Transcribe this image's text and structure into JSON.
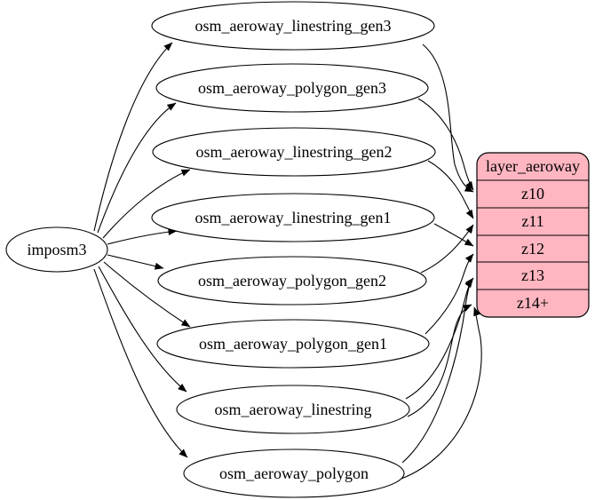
{
  "diagram": {
    "source": {
      "label": "imposm3"
    },
    "tables": [
      {
        "label": "osm_aeroway_linestring_gen3"
      },
      {
        "label": "osm_aeroway_polygon_gen3"
      },
      {
        "label": "osm_aeroway_linestring_gen2"
      },
      {
        "label": "osm_aeroway_linestring_gen1"
      },
      {
        "label": "osm_aeroway_polygon_gen2"
      },
      {
        "label": "osm_aeroway_polygon_gen1"
      },
      {
        "label": "osm_aeroway_linestring"
      },
      {
        "label": "osm_aeroway_polygon"
      }
    ],
    "layer": {
      "title": "layer_aeroway",
      "rows": [
        "z10",
        "z11",
        "z12",
        "z13",
        "z14+"
      ],
      "fill": "#ffb6c1",
      "stroke": "#000000"
    },
    "edges": {
      "from_source": [
        "osm_aeroway_linestring_gen3",
        "osm_aeroway_polygon_gen3",
        "osm_aeroway_linestring_gen2",
        "osm_aeroway_linestring_gen1",
        "osm_aeroway_polygon_gen2",
        "osm_aeroway_polygon_gen1",
        "osm_aeroway_linestring",
        "osm_aeroway_polygon"
      ],
      "to_layer": [
        {
          "from": "osm_aeroway_linestring_gen3",
          "to": "z10"
        },
        {
          "from": "osm_aeroway_polygon_gen3",
          "to": "z10"
        },
        {
          "from": "osm_aeroway_linestring_gen2",
          "to": "z11"
        },
        {
          "from": "osm_aeroway_polygon_gen2",
          "to": "z11"
        },
        {
          "from": "osm_aeroway_linestring_gen1",
          "to": "z12"
        },
        {
          "from": "osm_aeroway_polygon_gen1",
          "to": "z12"
        },
        {
          "from": "osm_aeroway_linestring",
          "to": "z13"
        },
        {
          "from": "osm_aeroway_linestring",
          "to": "z14+"
        },
        {
          "from": "osm_aeroway_polygon",
          "to": "z13"
        },
        {
          "from": "osm_aeroway_polygon",
          "to": "z14+"
        }
      ]
    }
  }
}
